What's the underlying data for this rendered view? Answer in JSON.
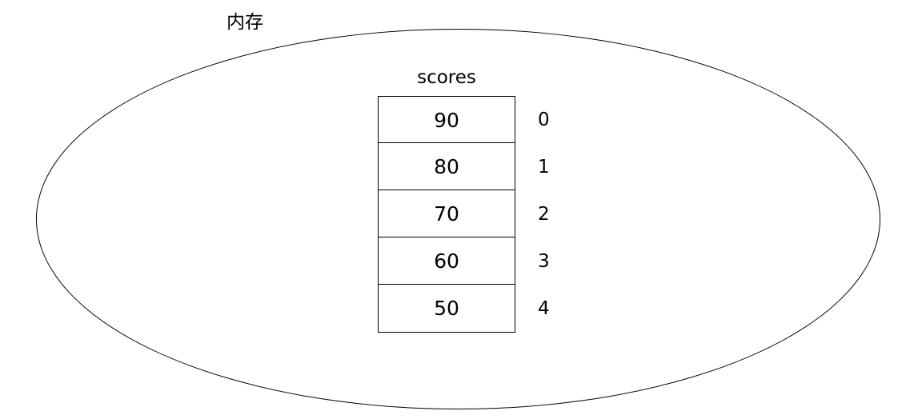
{
  "diagram": {
    "container_label": "内存",
    "array_label": "scores",
    "cells": [
      {
        "value": "90",
        "index": "0"
      },
      {
        "value": "80",
        "index": "1"
      },
      {
        "value": "70",
        "index": "2"
      },
      {
        "value": "60",
        "index": "3"
      },
      {
        "value": "50",
        "index": "4"
      }
    ]
  }
}
